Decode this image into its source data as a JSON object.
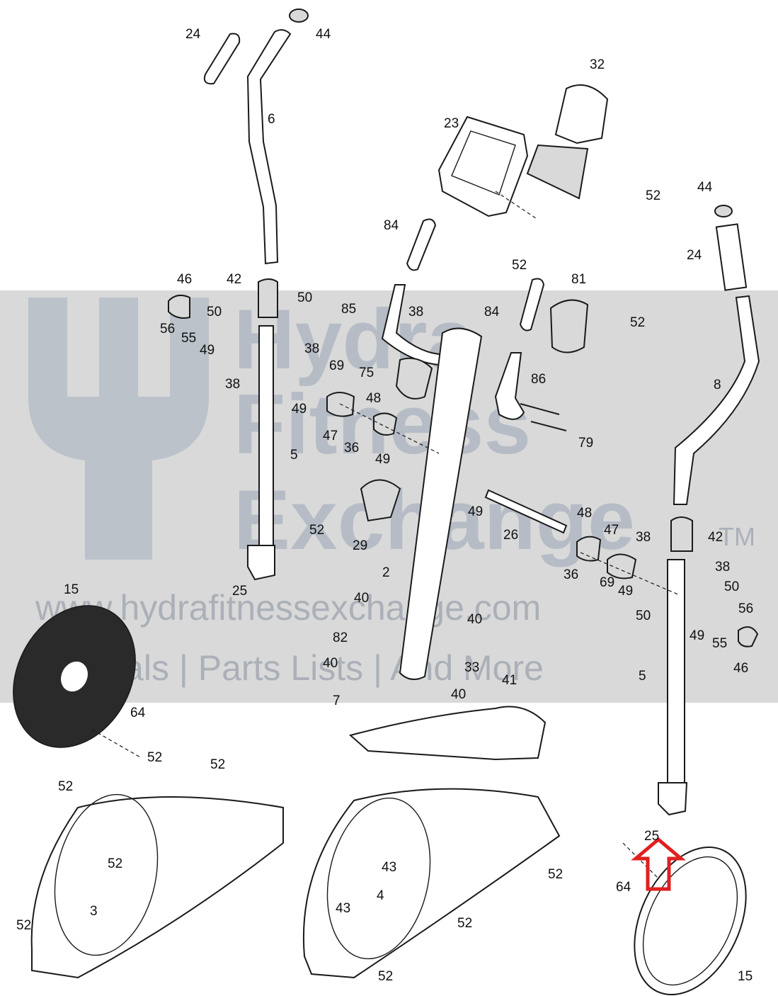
{
  "watermark": {
    "brand_line1": "Hydra",
    "brand_line2": "Fitness",
    "brand_line3": "Exchange",
    "trademark": "TM",
    "url": "www.hydrafitnessexchange.com",
    "tagline": "Manuals | Parts Lists | And More"
  },
  "highlight_color": "#e02020",
  "labels": {
    "p24a": "24",
    "p44a": "44",
    "p6": "6",
    "p32": "32",
    "p23": "23",
    "p52a": "52",
    "p44b": "44",
    "p84a": "84",
    "p52b": "52",
    "p24b": "24",
    "p46a": "46",
    "p42a": "42",
    "p50a": "50",
    "p81": "81",
    "p56a": "56",
    "p50b": "50",
    "p38a": "38",
    "p84b": "84",
    "p52c": "52",
    "p55a": "55",
    "p85": "85",
    "p49a": "49",
    "p38b": "38",
    "p86": "86",
    "p38c": "38",
    "p75": "75",
    "p69a": "69",
    "p8": "8",
    "p48a": "48",
    "p49b": "49",
    "p47a": "47",
    "p36a": "36",
    "p79": "79",
    "p5a": "5",
    "p49c": "49",
    "p49d": "49",
    "p52d": "52",
    "p48b": "48",
    "p42b": "42",
    "p29": "29",
    "p26": "26",
    "p47b": "47",
    "p38d": "38",
    "p38e": "38",
    "p36b": "36",
    "p2": "2",
    "p50c": "50",
    "p25a": "25",
    "p69b": "69",
    "p49e": "49",
    "p15a": "15",
    "p40a": "40",
    "p50d": "50",
    "p56b": "56",
    "p82": "82",
    "p40b": "40",
    "p49f": "49",
    "p55b": "55",
    "p40c": "40",
    "p33": "33",
    "p46b": "46",
    "p7": "7",
    "p40d": "40",
    "p5b": "5",
    "p41": "41",
    "p64a": "64",
    "p52e": "52",
    "p52f": "52",
    "p52g": "52",
    "p25b": "25",
    "p52h": "52",
    "p43a": "43",
    "p52i": "52",
    "p64b": "64",
    "p3": "3",
    "p43b": "43",
    "p4": "4",
    "p52j": "52",
    "p52k": "52",
    "p15b": "15",
    "p52l": "52"
  }
}
